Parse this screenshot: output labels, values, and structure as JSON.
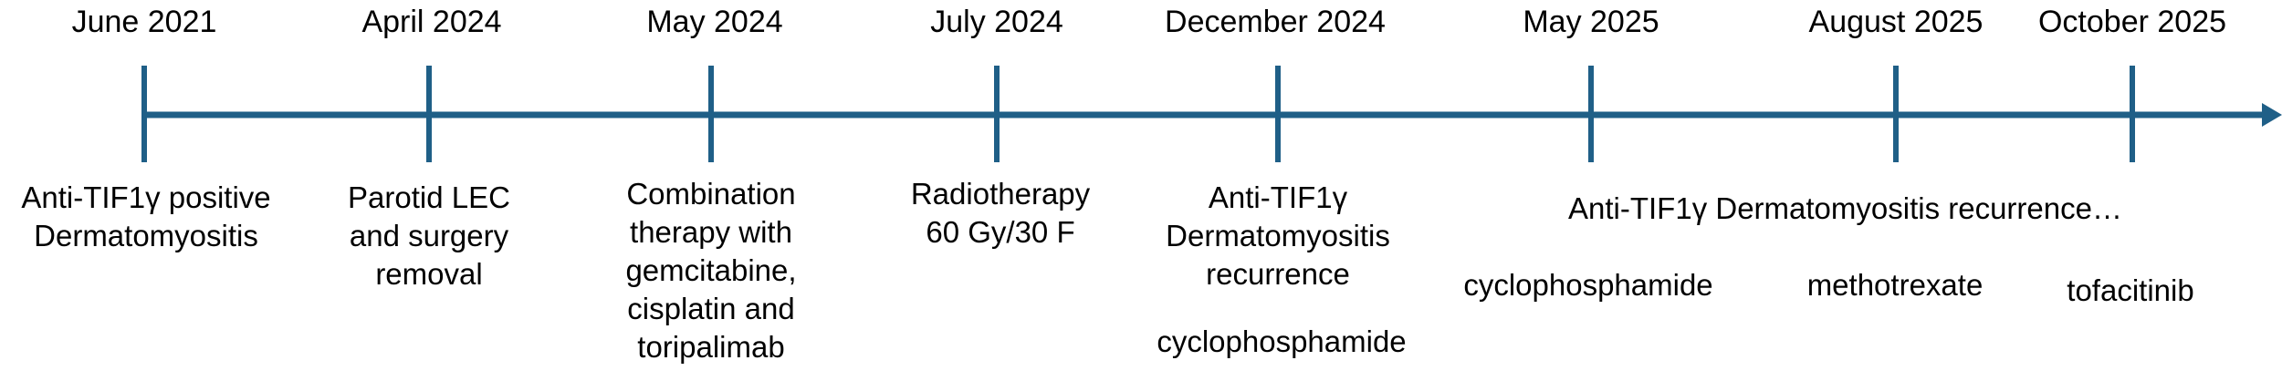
{
  "timeline": {
    "color": "#1f5f87",
    "events": [
      {
        "date": "June 2021",
        "lines": [
          "Anti-TIF1γ positive",
          "Dermatomyositis"
        ],
        "sub": ""
      },
      {
        "date": "April 2024",
        "lines": [
          "Parotid LEC",
          "and surgery",
          "removal"
        ],
        "sub": ""
      },
      {
        "date": "May 2024",
        "lines": [
          "Combination",
          "therapy with",
          "gemcitabine,",
          "cisplatin and",
          "toripalimab"
        ],
        "sub": ""
      },
      {
        "date": "July 2024",
        "lines": [
          "Radiotherapy",
          "60 Gy/30 F"
        ],
        "sub": ""
      },
      {
        "date": "December 2024",
        "lines": [
          "Anti-TIF1γ",
          "Dermatomyositis",
          "recurrence"
        ],
        "sub": "cyclophosphamide"
      },
      {
        "date": "May 2025",
        "lines": [],
        "sub": "cyclophosphamide"
      },
      {
        "date": "August 2025",
        "lines": [],
        "sub": "methotrexate"
      },
      {
        "date": "October 2025",
        "lines": [],
        "sub": "tofacitinib"
      }
    ],
    "banner": "Anti-TIF1γ Dermatomyositis recurrence…"
  }
}
